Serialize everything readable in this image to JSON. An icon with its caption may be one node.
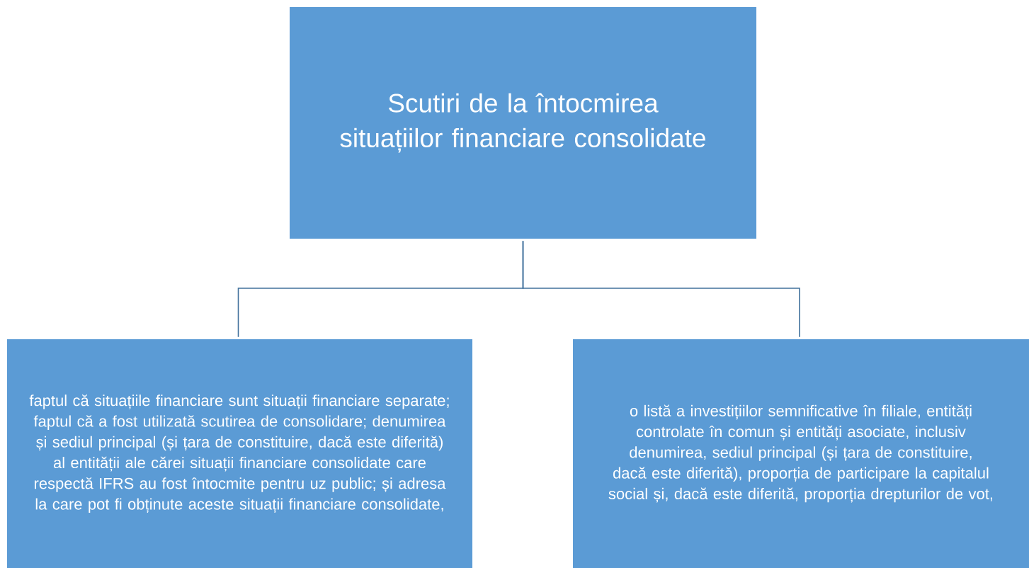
{
  "diagram": {
    "nodes": [
      {
        "text": [
          "Scutiri de la întocmirea situațiilor financiare consolidate"
        ]
      },
      {
        "text": [
          "faptul că situațiile financiare sunt situații financiare separate; faptul că a fost utilizată scutirea de consolidare; denumirea și sediul principal (și țara de constituire, dacă este diferită) al entității ale cărei situații financiare consolidate care respectă IFRS au fost întocmite pentru uz public; și adresa la care pot fi obținute aceste situații financiare consolidate,"
        ]
      },
      {
        "text": [
          "o listă a investițiilor semnificative în filiale, entități controlate în comun și entități asociate, inclusiv denumirea, sediul principal (și țara de constituire, dacă este diferită), proporția de participare la capitalul social și, dacă este diferită, proporția drepturilor de vot,"
        ]
      }
    ],
    "edges": [
      {
        "from": 0,
        "to": 1,
        "arrow": "none"
      },
      {
        "from": 0,
        "to": 2,
        "arrow": "none"
      }
    ]
  }
}
